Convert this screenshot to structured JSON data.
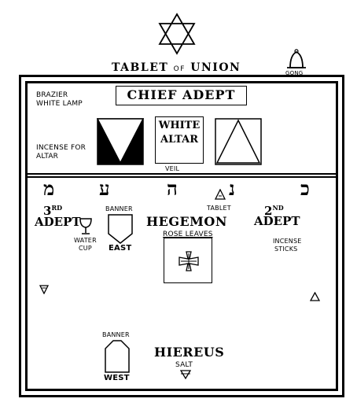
{
  "header": {
    "title_main": "TABLET",
    "title_of": "OF",
    "title_end": "UNION",
    "gong": "GONG"
  },
  "upper": {
    "brazier": "BRAZIER",
    "white_lamp": "WHITE LAMP",
    "chief_adept": "CHIEF ADEPT",
    "incense_for": "INCENSE FOR",
    "altar_label": "ALTAR",
    "white_altar_1": "WHITE",
    "white_altar_2": "ALTAR",
    "veil": "VEIL"
  },
  "hebrew": {
    "mem": "מ",
    "ayin": "ע",
    "heh": "ה",
    "nun": "נ",
    "kaf": "כ"
  },
  "lower": {
    "third_adept_num": "3",
    "third_adept_sup": "RD",
    "third_adept_word": "ADEPT",
    "water": "WATER",
    "cup": "CUP",
    "banner_east_top": "BANNER",
    "east": "EAST",
    "tablet": "TABLET",
    "hegemon": "HEGEMON",
    "rose_leaves": "ROSE LEAVES",
    "second_adept_num": "2",
    "second_adept_sup": "ND",
    "second_adept_word": "ADEPT",
    "incense": "INCENSE",
    "sticks": "STICKS",
    "banner_west_top": "BANNER",
    "west": "WEST",
    "hiereus": "HIEREUS",
    "salt": "SALT"
  }
}
